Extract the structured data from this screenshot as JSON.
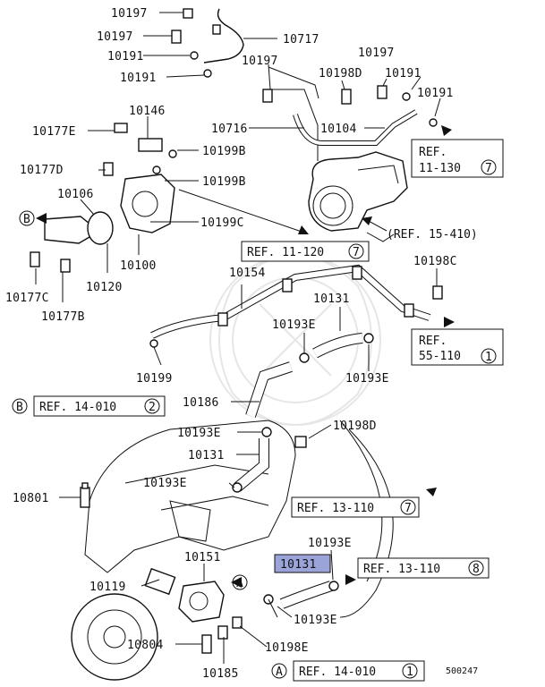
{
  "labels": {
    "p10197a": "10197",
    "p10197b": "10197",
    "p10191a": "10191",
    "p10191b": "10191",
    "p10717": "10717",
    "p10146": "10146",
    "p10177e": "10177E",
    "p10716": "10716",
    "p10199b1": "10199B",
    "p10199b2": "10199B",
    "p10177d": "10177D",
    "p10106": "10106",
    "p10199c": "10199C",
    "p10177c": "10177C",
    "p10120": "10120",
    "p10100": "10100",
    "p10177b": "10177B",
    "p10197c": "10197",
    "p10198d": "10198D",
    "p10197d": "10197",
    "p10191c": "10191",
    "p10191d": "10191",
    "p10104": "10104",
    "p10154": "10154",
    "p10131a": "10131",
    "p10198c": "10198C",
    "p10193e1": "10193E",
    "p10199": "10199",
    "p10193e2": "10193E",
    "p10186": "10186",
    "p10193e3": "10193E",
    "p10198d2": "10198D",
    "p10131b": "10131",
    "p10193e4": "10193E",
    "p10801": "10801",
    "p10151": "10151",
    "p10193e5": "10193E",
    "p10119": "10119",
    "p10193e6": "10193E",
    "p10804": "10804",
    "p10198e": "10198E",
    "p10185": "10185",
    "p10131c": "10131",
    "diagram_id": "500247"
  },
  "refs": {
    "r11130_text": "REF. 11-130",
    "r11130_num": "7",
    "r11120_text": "REF. 11-120",
    "r11120_num": "7",
    "r15410": "(REF. 15-410)",
    "r55110_line1": "REF.",
    "r55110_line2": "55-110",
    "r55110_num": "1",
    "r14010b_text": "REF. 14-010",
    "r14010b_num": "2",
    "r14010b_mark": "B",
    "r13110a_text": "REF. 13-110",
    "r13110a_num": "7",
    "r13110b_text": "REF. 13-110",
    "r13110b_num": "8",
    "r14010a_text": "REF. 14-010",
    "r14010a_num": "1",
    "r14010a_mark": "A"
  },
  "markers": {
    "a": "A",
    "b": "B"
  },
  "colors": {
    "highlight": "#9aa4d8",
    "ink": "#111111",
    "watermark": "#e6e6e6"
  }
}
